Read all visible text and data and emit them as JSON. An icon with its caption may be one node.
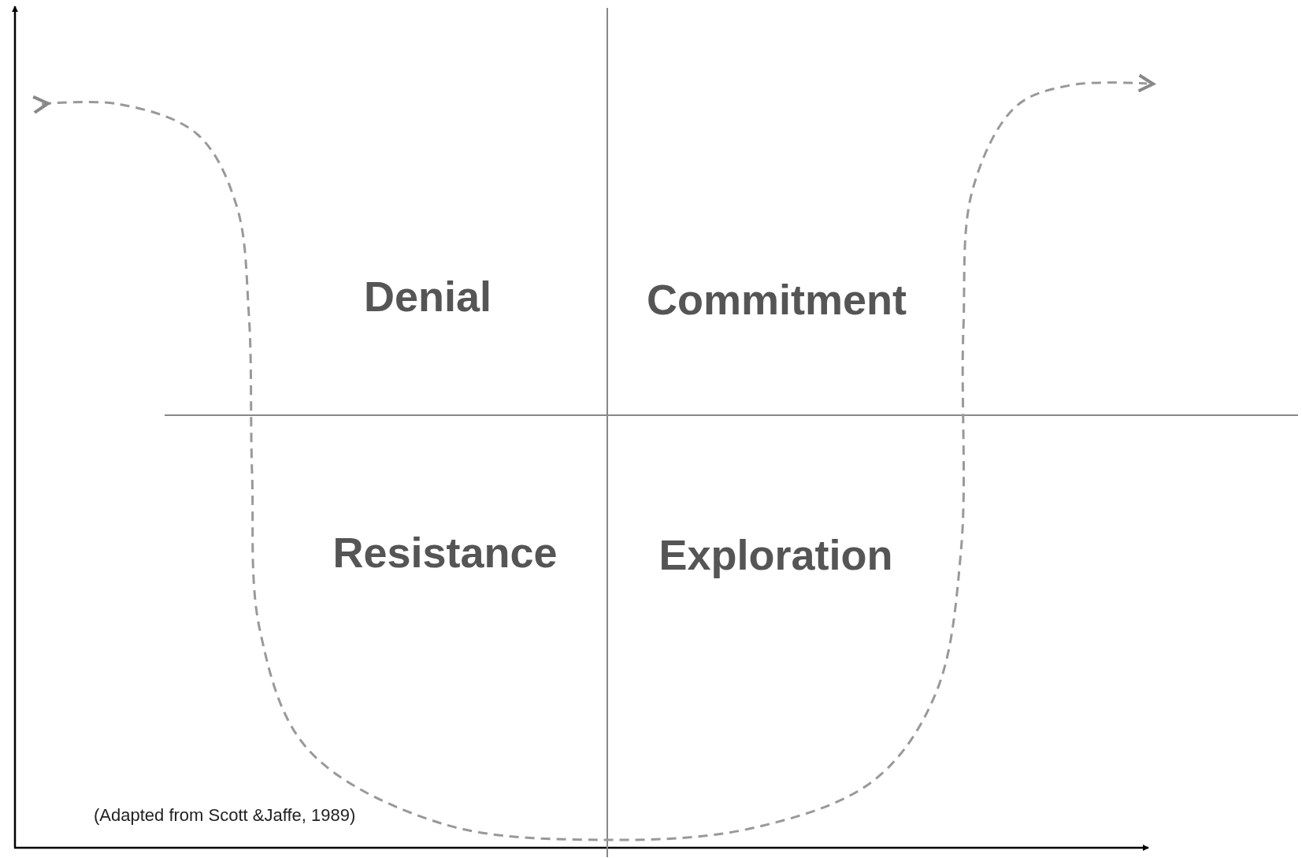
{
  "diagram": {
    "caption": "(Adapted from Scott &Jaffe, 1989)",
    "labels": [
      "Denial",
      "Commitment",
      "Resistance",
      "Exploration"
    ]
  }
}
